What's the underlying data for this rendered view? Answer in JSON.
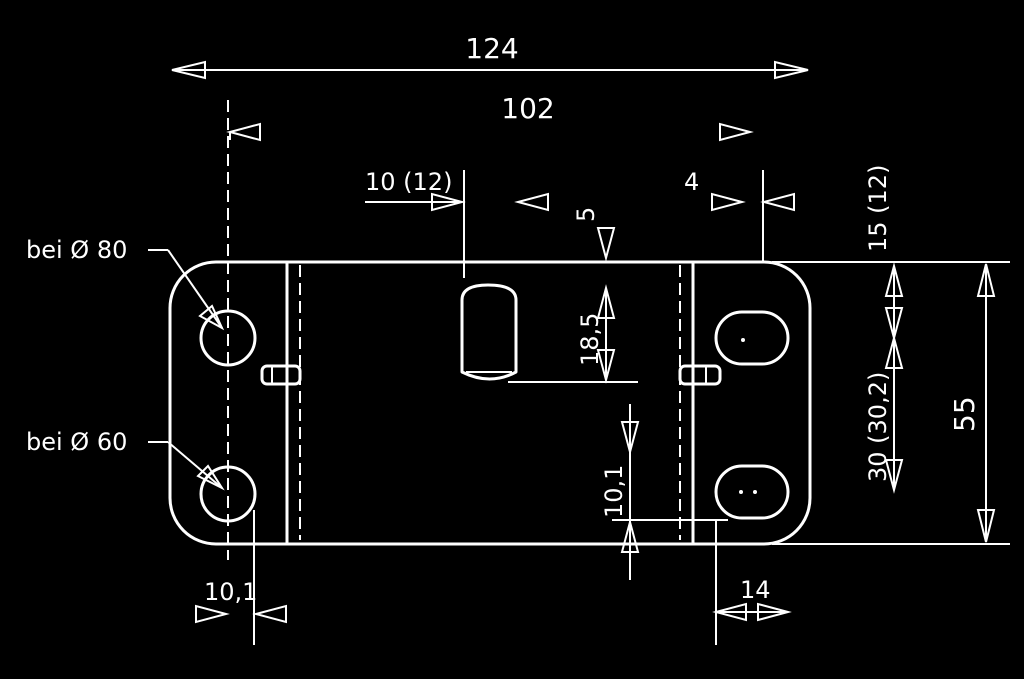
{
  "dimensions": {
    "overall_length": "124",
    "hole_spacing": "102",
    "flange_offset": "10 (12)",
    "slot_offset": "5",
    "edge_gap": "4",
    "top_height": "15 (12)",
    "slot_height": "18,5",
    "hole_pitch": "30 (30,2)",
    "overall_height": "55",
    "bottom_offset": "10,1",
    "left_edge": "10,1",
    "right_slot_width": "14"
  },
  "notes": {
    "hole_80": "bei Ø 80",
    "hole_60": "bei Ø 60"
  }
}
